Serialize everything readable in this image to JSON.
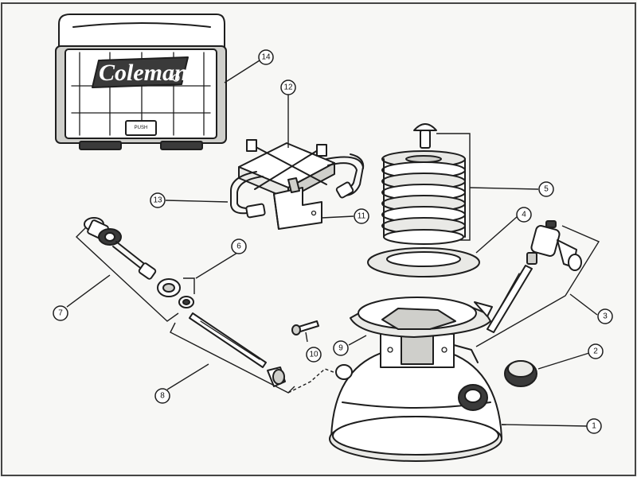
{
  "logo": {
    "brand": "Coleman"
  },
  "case": {
    "push_label": "PUSH"
  },
  "callouts": {
    "c1": "1",
    "c2": "2",
    "c3": "3",
    "c4": "4",
    "c5": "5",
    "c6": "6",
    "c7": "7",
    "c8": "8",
    "c9": "9",
    "c10": "10",
    "c11": "11",
    "c12": "12",
    "c13": "13",
    "c14": "14"
  }
}
